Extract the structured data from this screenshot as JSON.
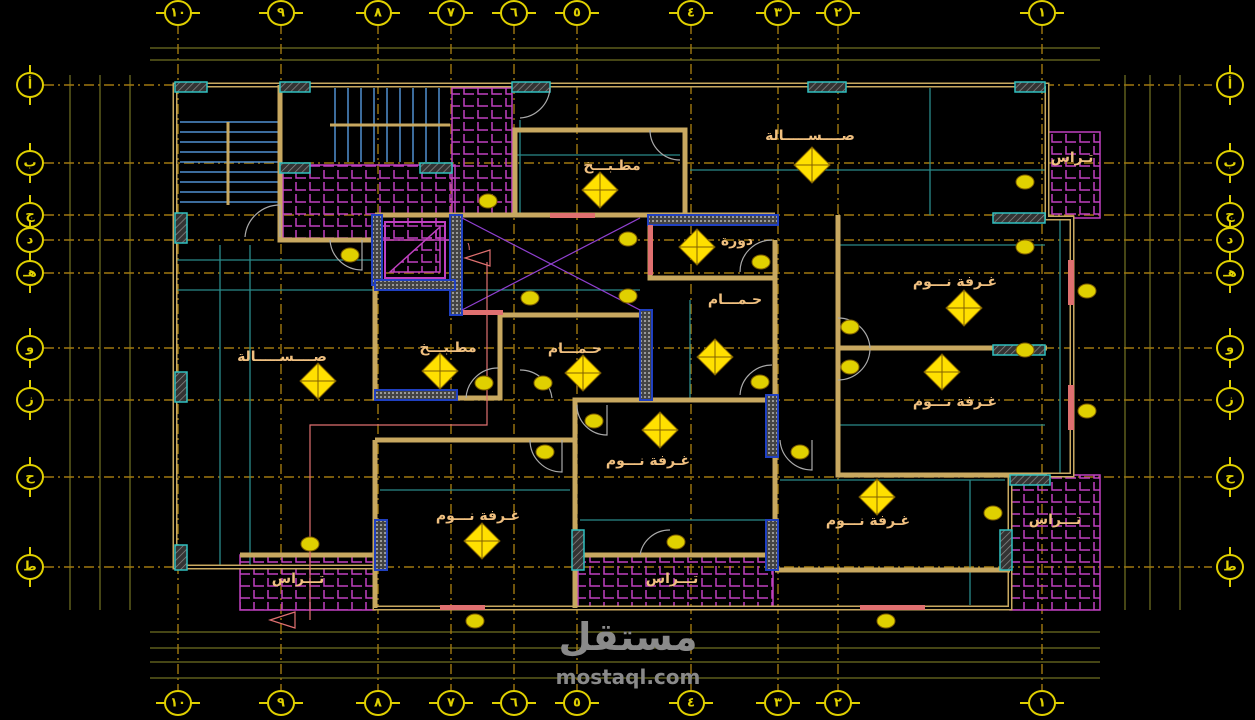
{
  "drawing": {
    "columns_axes": [
      "١٠",
      "٩",
      "٨",
      "٧",
      "٦",
      "٥",
      "٤",
      "٣",
      "٢",
      "١"
    ],
    "row_axes": [
      "أ",
      "ب",
      "ج",
      "د",
      "هـ",
      "و",
      "ز",
      "ح",
      "ط"
    ],
    "rooms": {
      "living_left": "صــــســـــالة",
      "kitchen_left": "مطـبـــخ",
      "bath_center": "حـمـــام",
      "bath_right": "حـمـــام",
      "toilet": "دورة",
      "kitchen_top": "مطـبـــخ",
      "living_top": "صــــســـــالة",
      "bedroom_1": "غـرفة نـــوم",
      "bedroom_2": "غـرفة نـــوم",
      "bedroom_3": "غـرفة نـــوم",
      "bedroom_4": "غـرفة نـــوم",
      "bedroom_5": "غـرفة نـــوم",
      "terrace_bl": "تـــراس",
      "terrace_bc": "تـــراس",
      "terrace_r": "تـــراس",
      "terrace_tr": "تـراس"
    },
    "section_marker": "١",
    "watermark": {
      "arabic": "مستقل",
      "latin": "mostaql.com"
    },
    "colors": {
      "grid": "#a07810",
      "wall": "#c8a860",
      "axis_bubble": "#e0d000",
      "room_text": "#f0c080"
    }
  }
}
